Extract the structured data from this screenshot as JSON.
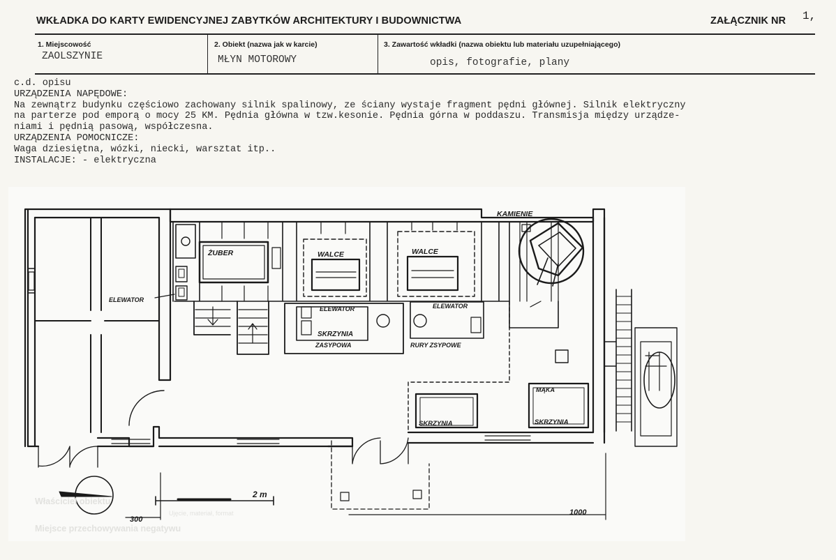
{
  "header": {
    "title": "WKŁADKA DO KARTY EWIDENCYJNEJ ZABYTKÓW ARCHITEKTURY I BUDOWNICTWA",
    "annex_label": "ZAŁĄCZNIK NR",
    "annex_number": "1,"
  },
  "fields": {
    "locality_label": "1. Miejscowość",
    "locality_value": "ZAOLSZYNIE",
    "object_label": "2. Obiekt (nazwa jak w karcie)",
    "object_value": "MŁYN MOTOROWY",
    "contents_label": "3. Zawartość wkładki (nazwa obiektu lub materiału uzupełniającego)",
    "contents_value": "opis, fotografie, plany"
  },
  "body_lines": [
    "c.d. opisu",
    "URZĄDZENIA NAPĘDOWE:",
    "Na zewnątrz budynku częściowo zachowany silnik spalinowy, ze ściany wystaje fragment pędni głównej. Silnik elektryczny",
    "na parterze pod emporą o mocy 25 KM. Pędnia główna w tzw.kesonie. Pędnia górna w poddaszu. Transmisja między urządze-",
    "niami i pędnią pasową, współczesna.",
    "URZĄDZENIA POMOCNICZE:",
    "Waga dziesiętna, wózki, niecki, warsztat itp..",
    "INSTALACJE: - elektryczna"
  ],
  "plan": {
    "labels": {
      "kamienie": "KAMIENIE",
      "zuber": "ŻUBER",
      "walce_1": "WALCE",
      "walce_2": "WALCE",
      "elewator_1": "ELEWATOR",
      "elewator_2": "ELEWATOR",
      "elewator_3": "ELEWATOR",
      "skrzynia_zasypowa_1": "SKRZYNIA",
      "skrzynia_zasypowa_2": "ZASYPOWA",
      "rury_zsypowe": "RURY ZSYPOWE",
      "maka": "MĄKA",
      "skrzynia_1": "SKRZYNIA",
      "skrzynia_2": "SKRZYNIA",
      "scale": "2 m",
      "dim_300": "300",
      "dim_1000": "1000"
    },
    "faint": {
      "wlasciciel": "Właściciel obiektu",
      "ujecie": "Ujęcie, materiał, format",
      "miejsce": "Miejsce przechowywania negatywu"
    }
  }
}
